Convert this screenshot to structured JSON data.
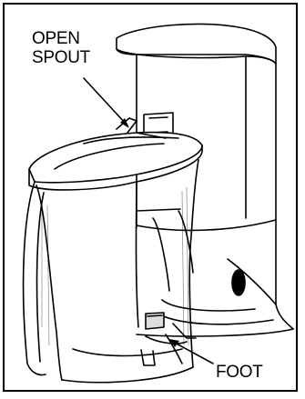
{
  "diagram": {
    "labels": {
      "open": "OPEN",
      "spout": "SPOUT",
      "foot": "FOOT"
    }
  }
}
